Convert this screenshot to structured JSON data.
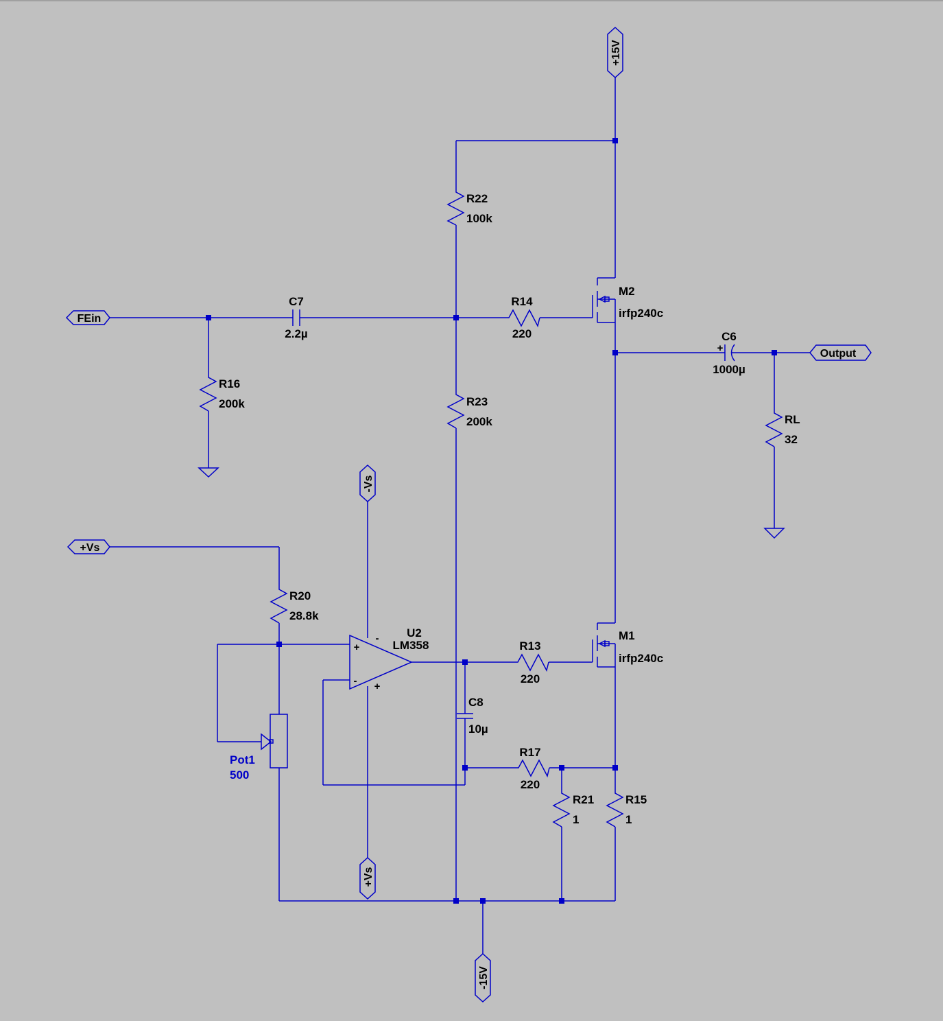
{
  "net_labels": {
    "fein": "FEin",
    "output": "Output",
    "pos15": "+15V",
    "neg15": "-15V",
    "neg_vs": "-Vs",
    "pos_vs_top": "+Vs",
    "pos_vs_bottom": "+Vs"
  },
  "components": {
    "R22": {
      "ref": "R22",
      "value": "100k"
    },
    "R23": {
      "ref": "R23",
      "value": "200k"
    },
    "R14": {
      "ref": "R14",
      "value": "220"
    },
    "R16": {
      "ref": "R16",
      "value": "200k"
    },
    "C7": {
      "ref": "C7",
      "value": "2.2µ"
    },
    "M2": {
      "ref": "M2",
      "value": "irfp240c"
    },
    "M1": {
      "ref": "M1",
      "value": "irfp240c"
    },
    "C6": {
      "ref": "C6",
      "value": "1000µ"
    },
    "RL": {
      "ref": "RL",
      "value": "32"
    },
    "R20": {
      "ref": "R20",
      "value": "28.8k"
    },
    "U2": {
      "ref": "U2",
      "value": "LM358"
    },
    "R13": {
      "ref": "R13",
      "value": "220"
    },
    "C8": {
      "ref": "C8",
      "value": "10µ"
    },
    "R17": {
      "ref": "R17",
      "value": "220"
    },
    "R21": {
      "ref": "R21",
      "value": "1"
    },
    "R15": {
      "ref": "R15",
      "value": "1"
    },
    "Pot1": {
      "ref": "Pot1",
      "value": "500"
    }
  },
  "pins": {
    "u2_plus_in": "+",
    "u2_minus_in": "-",
    "u2_supply_minus": "-",
    "u2_supply_plus": "+",
    "c6_plus": "+"
  },
  "colors": {
    "background": "#c0c0c0",
    "wire": "#0000c8",
    "text": "#000000",
    "pot_label": "#0000c8"
  }
}
